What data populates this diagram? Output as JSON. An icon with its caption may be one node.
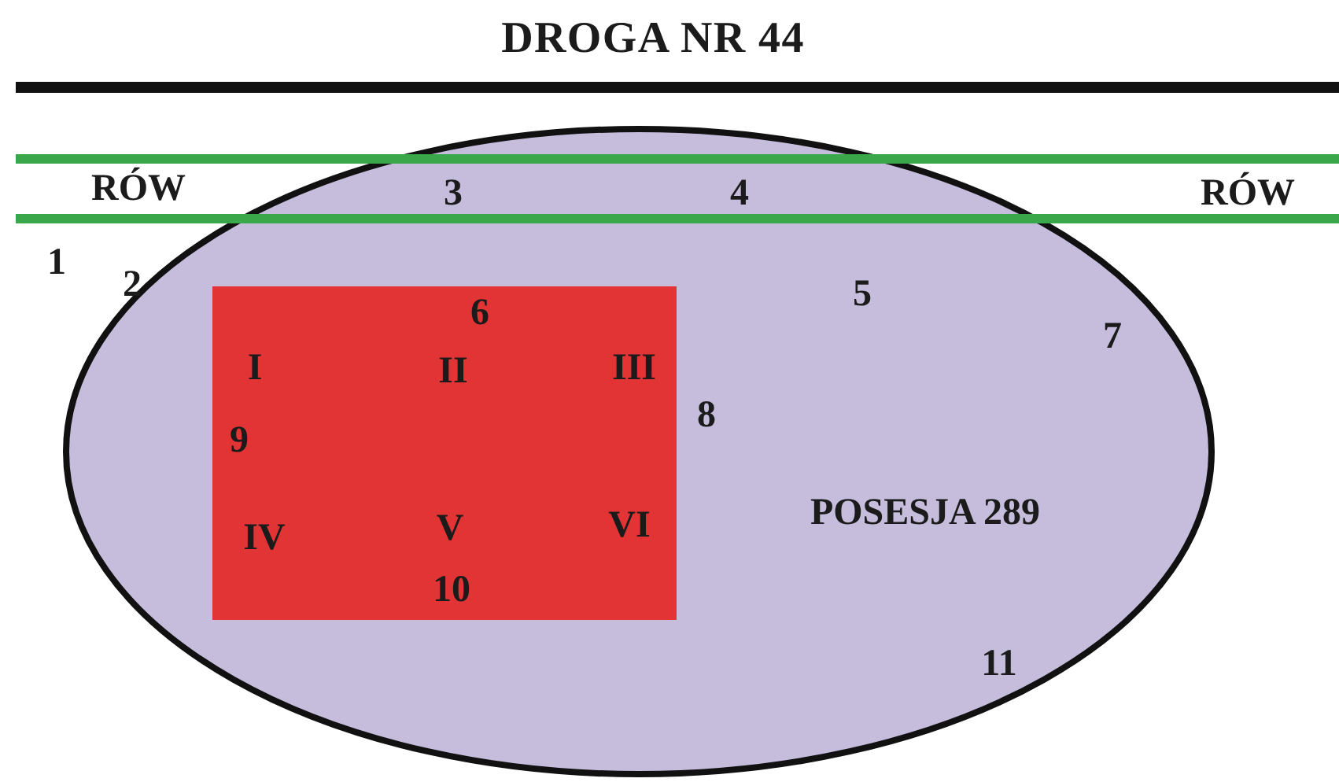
{
  "diagram": {
    "title": "DROGA NR 44",
    "nodes": [
      {
        "text": [
          "POSESJA 289"
        ]
      },
      {
        "text": [
          "6",
          "I",
          "II",
          "III",
          "9",
          "IV",
          "V",
          "VI",
          "10"
        ],
        "in": 0
      }
    ],
    "labels": [
      "RÓW",
      "3",
      "4",
      "RÓW",
      "1",
      "2",
      "5",
      "7",
      "8",
      "11"
    ]
  }
}
